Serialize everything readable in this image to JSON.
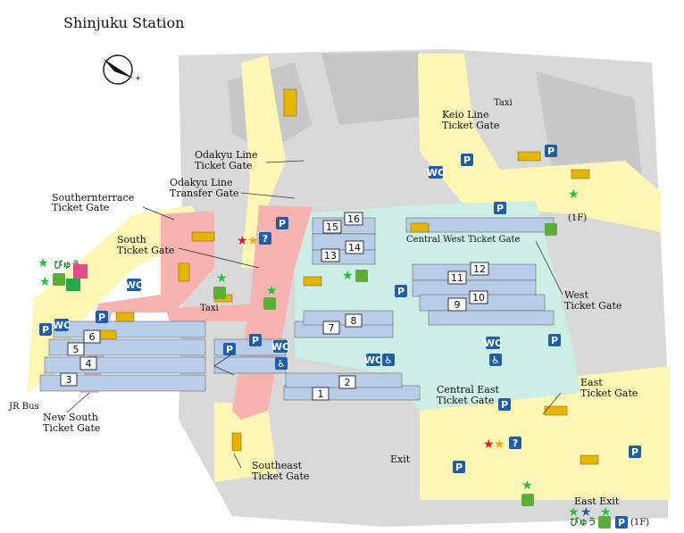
{
  "title": "Shinjuku Station",
  "labels": {
    "keio": [
      "Keio Line",
      "Ticket Gate"
    ],
    "taxi_top": "Taxi",
    "odakyu": [
      "Odakyu Line",
      "Ticket Gate"
    ],
    "odakyu_transfer": [
      "Odakyu Line",
      "Transfer Gate"
    ],
    "southernterrace": [
      "Southernterrace",
      "Ticket Gate"
    ],
    "south": [
      "South",
      "Ticket Gate"
    ],
    "central_west": "Central West Ticket Gate",
    "west": [
      "West",
      "Ticket Gate"
    ],
    "taxi_mid": "Taxi",
    "central_east": [
      "Central East",
      "Ticket Gate"
    ],
    "east": [
      "East",
      "Ticket Gate"
    ],
    "new_south": [
      "New South",
      "Ticket Gate"
    ],
    "jr_bus": "JR Bus",
    "exit": "Exit",
    "southeast": [
      "Southeast",
      "Ticket Gate"
    ],
    "east_exit": "East Exit",
    "floor_1f_a": "(1F)",
    "floor_1f_b": "(1F)"
  },
  "platforms": [
    "1",
    "2",
    "3",
    "4",
    "5",
    "6",
    "7",
    "8",
    "9",
    "10",
    "11",
    "12",
    "13",
    "14",
    "15",
    "16"
  ],
  "icons": {
    "parking": "P",
    "info": "?",
    "toilet": "WC",
    "wheelchair": "♿",
    "viewcard": "びゅう"
  },
  "colors": {
    "concourse_yellow": "#fdf6b4",
    "south_pink": "#f6b3b0",
    "central_green": "#cdeee4",
    "platform_blue": "#b8cde8",
    "gray_bldg": "#d6d6d6",
    "escalator": "#e7b400",
    "icon_blue": "#1f5fa8",
    "icon_green": "#5cae37",
    "star_green": "#22c23a",
    "star_red": "#e01b1b",
    "star_orange": "#f4a522"
  }
}
